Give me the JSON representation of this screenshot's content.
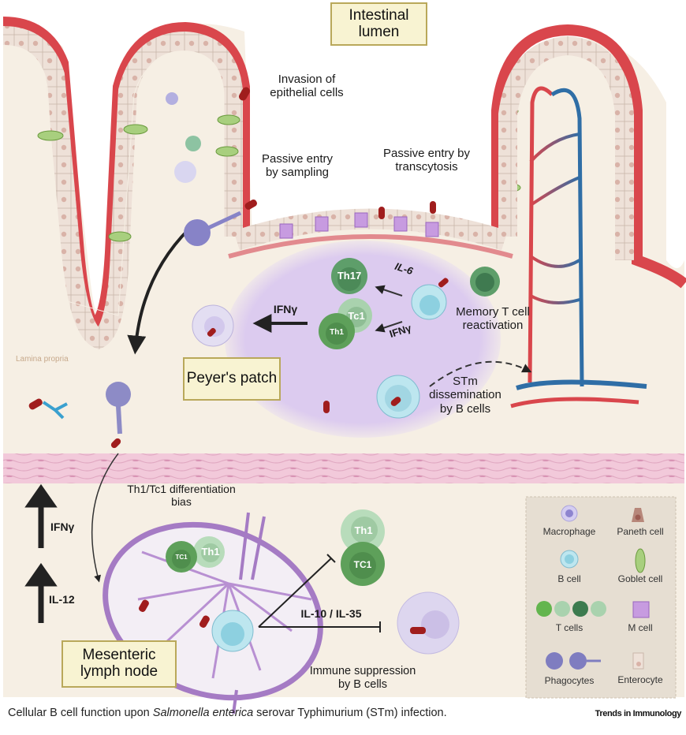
{
  "labels": {
    "intestinal_lumen": "Intestinal lumen",
    "invasion": "Invasion of epithelial cells",
    "passive_sampling": "Passive entry by sampling",
    "passive_transcytosis": "Passive entry by transcytosis",
    "lamina_propria": "Lamina propria",
    "peyers_patch": "Peyer's patch",
    "memory_t": "Memory T cell reactivation",
    "stm_dissemination": "STm dissemination by B cells",
    "th1tc1_bias": "Th1/Tc1 differentiation bias",
    "mesenteric": "Mesenteric lymph node",
    "immune_suppression": "Immune suppression by B cells"
  },
  "cytokines": {
    "il6": "IL-6",
    "ifng_pp_left": "IFNγ",
    "ifng_pp_right": "IFNγ",
    "ifng_up": "IFNγ",
    "il12_up": "IL-12",
    "il10_il35": "IL-10 / IL-35"
  },
  "cells": {
    "th17": "Th17",
    "tc1_pp": "Tc1",
    "th1_pp": "Th1",
    "tc1_ln": "TC1",
    "th1_ln": "Th1",
    "th1_right": "Th1",
    "tc1_right": "TC1"
  },
  "legend": {
    "items": [
      {
        "label": "Macrophage",
        "icon": "macrophage-icon"
      },
      {
        "label": "Paneth cell",
        "icon": "paneth-cell-icon"
      },
      {
        "label": "B cell",
        "icon": "b-cell-icon"
      },
      {
        "label": "Goblet cell",
        "icon": "goblet-cell-icon"
      },
      {
        "label": "T cells",
        "icon": "t-cells-icon"
      },
      {
        "label": "M cell",
        "icon": "m-cell-icon"
      },
      {
        "label": "Phagocytes",
        "icon": "phagocytes-icon"
      },
      {
        "label": "Enterocyte",
        "icon": "enterocyte-icon"
      }
    ]
  },
  "caption": {
    "prefix": "Cellular B cell function upon ",
    "species": "Salmonella enterica",
    "suffix": " serovar Typhimurium (STm) infection.",
    "journal": "Trends in Immunology"
  },
  "colors": {
    "tissue": "#f6efe4",
    "epithelium_red": "#d9464c",
    "peyers_patch": "#dccbef",
    "legend_bg": "#e6ded2",
    "muscle_pink": "#f0c4d8",
    "t_cell_green": "#5fa35f",
    "b_cell_blue": "#a9dde8",
    "label_box": "#f8f3d2"
  }
}
